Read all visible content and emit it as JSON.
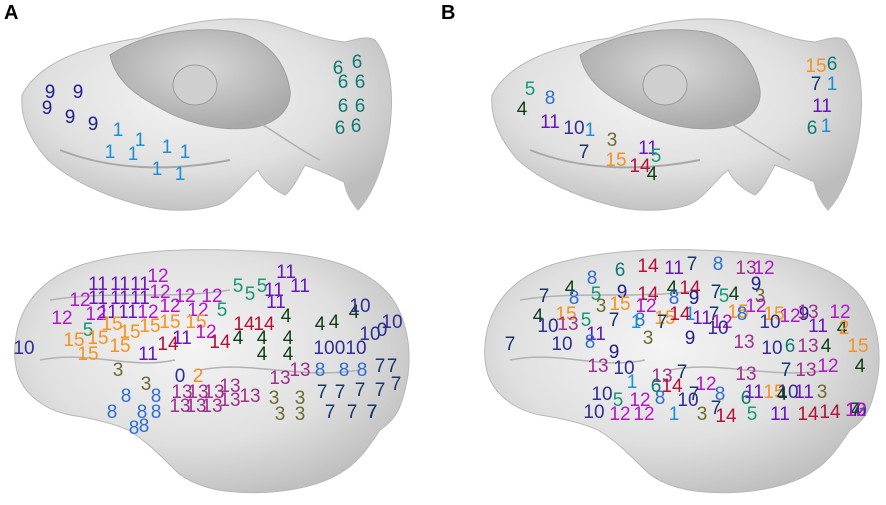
{
  "panels": [
    {
      "letter": "A"
    },
    {
      "letter": "B"
    }
  ],
  "colors": {
    "1": "#1a8fd6",
    "2": "#f08c1e",
    "3": "#6b6b2e",
    "4": "#0e3d17",
    "5": "#139a74",
    "6": "#0e7a72",
    "7": "#14386a",
    "8": "#2e6fd0",
    "9": "#1e1e8c",
    "10": "#2e2e96",
    "11": "#6a16b8",
    "12": "#b316c8",
    "13": "#a0308f",
    "14": "#b4103a",
    "15": "#f59320"
  },
  "labels": {
    "A_top": [
      "9",
      "9",
      "9",
      "9",
      "9",
      "1",
      "1",
      "1",
      "1",
      "1",
      "1",
      "1",
      "1",
      "6",
      "6",
      "6",
      "6",
      "6",
      "6",
      "6",
      "6"
    ],
    "A_bottom": [
      "11",
      "11",
      "11",
      "12",
      "11",
      "11",
      "11",
      "12",
      "12",
      "12",
      "5",
      "5",
      "11",
      "11",
      "11",
      "12",
      "12",
      "12",
      "5",
      "5",
      "11",
      "11",
      "11",
      "12",
      "12",
      "12",
      "5",
      "15",
      "15",
      "15",
      "15",
      "15",
      "15",
      "15",
      "15",
      "15",
      "11",
      "11",
      "14",
      "12",
      "14",
      "14",
      "14",
      "4",
      "4",
      "4",
      "4",
      "4",
      "4",
      "4",
      "4",
      "4",
      "10",
      "10",
      "0",
      "10",
      "10",
      "0",
      "10",
      "10",
      "0",
      "2",
      "13",
      "13",
      "13",
      "13",
      "13",
      "13",
      "13",
      "13",
      "13",
      "13",
      "13",
      "3",
      "3",
      "3",
      "3",
      "3",
      "3",
      "8",
      "8",
      "8",
      "8",
      "8",
      "8",
      "8",
      "8",
      "8",
      "8",
      "7",
      "7",
      "7",
      "7",
      "7",
      "7",
      "7",
      "7",
      "7",
      "7",
      "7",
      "7",
      "7",
      "7"
    ],
    "B_top": [
      "5",
      "8",
      "4",
      "11",
      "10",
      "1",
      "3",
      "7",
      "15",
      "14",
      "4",
      "11",
      "5",
      "15",
      "6",
      "7",
      "1",
      "11",
      "6",
      "1"
    ],
    "B_bottom": [
      "8",
      "6",
      "14",
      "11",
      "7",
      "8",
      "13",
      "12",
      "7",
      "4",
      "5",
      "9",
      "14",
      "4",
      "14",
      "7",
      "4",
      "9",
      "8",
      "3",
      "15",
      "12",
      "8",
      "9",
      "5",
      "3",
      "4",
      "15",
      "5",
      "7",
      "8",
      "15",
      "1",
      "7",
      "15",
      "12",
      "15",
      "9",
      "11",
      "4",
      "7",
      "10",
      "13",
      "11",
      "1",
      "7",
      "14",
      "11",
      "12",
      "8",
      "10",
      "12",
      "13",
      "12",
      "2",
      "10",
      "8",
      "9",
      "3",
      "9",
      "10",
      "13",
      "10",
      "6",
      "13",
      "4",
      "15",
      "13",
      "10",
      "13",
      "7",
      "12",
      "13",
      "7",
      "13",
      "12",
      "4",
      "1",
      "6",
      "14",
      "7",
      "8",
      "6",
      "15",
      "10",
      "11",
      "3",
      "10",
      "5",
      "12",
      "8",
      "10",
      "7",
      "11",
      "4",
      "10",
      "12",
      "12",
      "1",
      "3",
      "14",
      "5",
      "11",
      "14",
      "14",
      "7",
      "13",
      "10",
      "7",
      "4",
      "13",
      "10",
      "12"
    ]
  }
}
